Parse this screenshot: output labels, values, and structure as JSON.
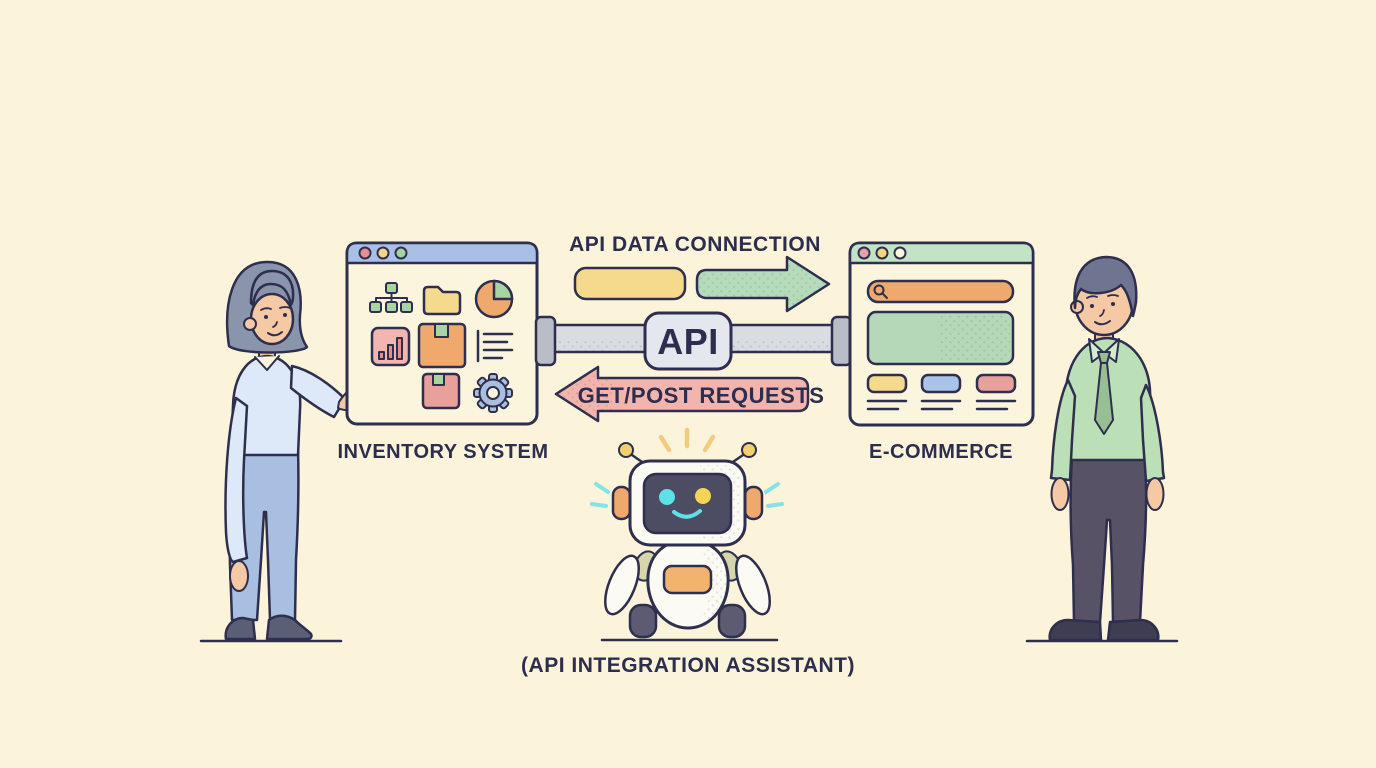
{
  "labels": {
    "api_data_connection": "API DATA CONNECTION",
    "api": "API",
    "get_post_requests": "GET/POST REQUESTS",
    "inventory_system": "INVENTORY SYSTEM",
    "ecommerce": "E-COMMERCE",
    "assistant_caption": "(API INTEGRATION ASSISTANT)"
  },
  "colors": {
    "background": "#fbf3da",
    "outline": "#2e2e4e",
    "text": "#2d2d4d",
    "window_body": "#fcf5dd",
    "inventory_titlebar": "#a9bfe5",
    "ecommerce_titlebar": "#c2e3c6",
    "dot_red": "#e59194",
    "dot_yellow": "#f3d488",
    "dot_green": "#a3d3a0",
    "dot_pink": "#e5a0a8",
    "yellow_pill": "#f5d98c",
    "green_arrow": "#b5dcba",
    "pink_arrow": "#f2b4ad",
    "pipe": "#d9dce1",
    "pipe_flange": "#b9bdc7",
    "api_box": "#e4e7ed",
    "search_bar": "#efa96d",
    "content_block": "#b5d9b8",
    "card_yellow": "#f5d98c",
    "card_blue": "#a9c4e8",
    "card_red": "#e8a09b",
    "folder_yellow": "#f5d98c",
    "pie_orange": "#efa96d",
    "pie_green": "#a8d5a2",
    "chart_pink": "#f2b5af",
    "package_orange": "#efa96d",
    "package_red": "#e8a09b",
    "gear_blue": "#a9bfe0",
    "robot_screen": "#4c4c62",
    "robot_eye_left": "#5ee1e6",
    "robot_eye_right": "#f5d455",
    "robot_ear": "#efa96d",
    "robot_panel": "#f2b36e",
    "robot_wheel": "#5c5b72",
    "ray_yellow": "#f0cd7e",
    "sparkle_cyan": "#82e3e8"
  },
  "icons": {
    "inventory_window": [
      "sitemap-icon",
      "folder-icon",
      "pie-chart-icon",
      "bar-chart-icon",
      "package-icon",
      "list-icon",
      "package-icon",
      "gear-icon"
    ],
    "ecommerce_window": [
      "search-icon"
    ],
    "window_controls": [
      "window-dot",
      "window-dot",
      "window-dot"
    ]
  }
}
